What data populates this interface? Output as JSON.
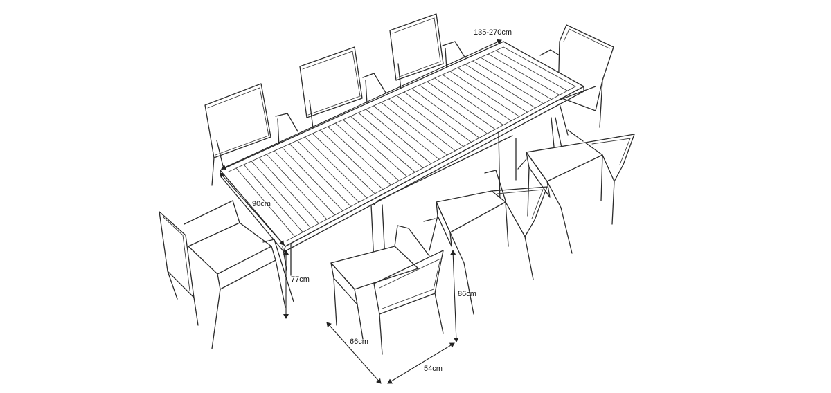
{
  "dimensions": {
    "table_length": "135-270cm",
    "table_width": "90cm",
    "table_height": "77cm",
    "chair_height": "86cm",
    "chair_depth": "66cm",
    "chair_width": "54cm"
  },
  "colors": {
    "line": "#2b2b2b",
    "background": "#ffffff"
  }
}
